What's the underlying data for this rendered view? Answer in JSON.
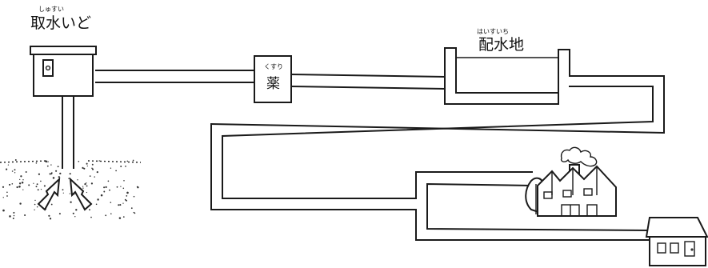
{
  "labels": {
    "intake_well": {
      "text": "取水いど",
      "ruby": "しゅすい"
    },
    "chemical": {
      "text": "薬",
      "ruby": "くすり"
    },
    "reservoir": {
      "text": "配水地",
      "ruby": "はいすいち"
    }
  }
}
